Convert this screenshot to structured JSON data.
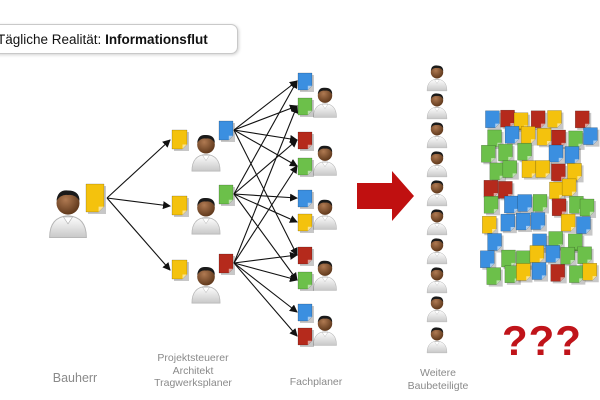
{
  "title": {
    "prefix": "Tägliche Realität: ",
    "emphasis": "Informationsflut"
  },
  "labels": {
    "bauherr": "Bauherr",
    "projekt": [
      "Projektsteuerer",
      "Architekt",
      "Tragwerksplaner"
    ],
    "fachplaner": "Fachplaner",
    "weitere": [
      "Weitere",
      "Baubeteiligte"
    ]
  },
  "question_marks": "???",
  "colors": {
    "yellow": "#f4c20d",
    "blue": "#3b8fe0",
    "green": "#6cc04a",
    "red": "#b52a1c",
    "arrow": "#c01010",
    "line": "#111111"
  },
  "icons": {
    "person": "person-icon",
    "document": "document-icon",
    "arrow": "big-right-arrow-icon"
  }
}
